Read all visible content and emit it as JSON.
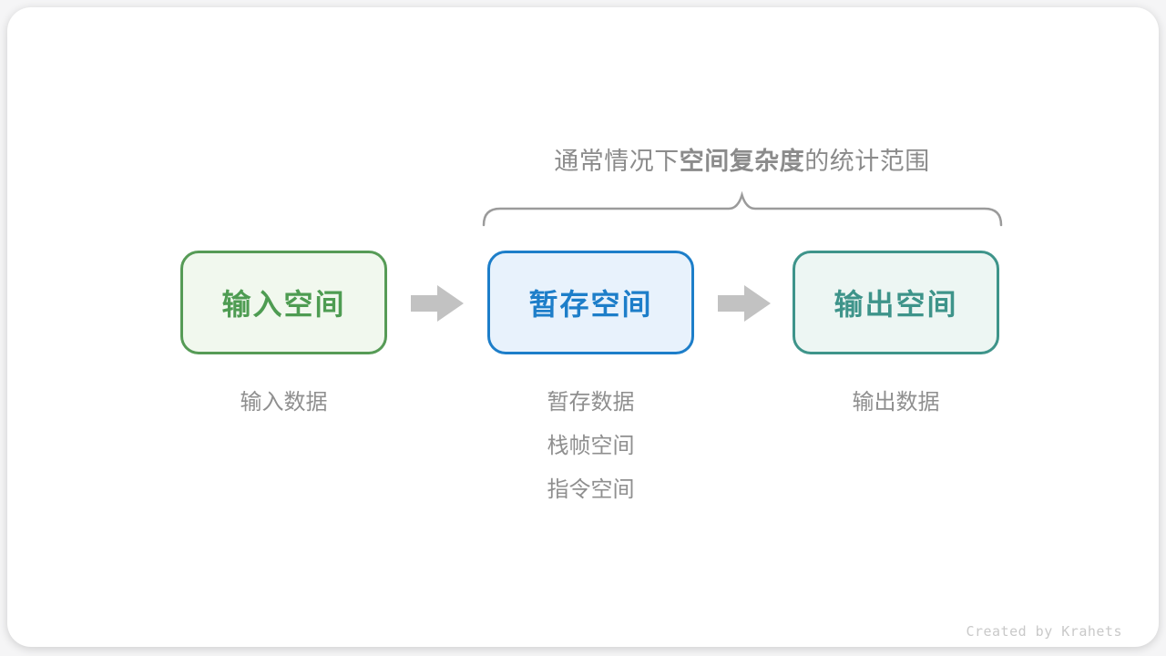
{
  "header": {
    "title_prefix": "通常情况下",
    "title_bold": "空间复杂度",
    "title_suffix": "的统计范围"
  },
  "nodes": [
    {
      "label": "输入空间",
      "theme": "green",
      "sublabels": [
        "输入数据"
      ]
    },
    {
      "label": "暂存空间",
      "theme": "blue",
      "sublabels": [
        "暂存数据",
        "栈帧空间",
        "指令空间"
      ]
    },
    {
      "label": "输出空间",
      "theme": "teal",
      "sublabels": [
        "输出数据"
      ]
    }
  ],
  "footer": {
    "credit": "Created by Krahets"
  },
  "colors": {
    "green-border": "#569b56",
    "green-text": "#4e9c52",
    "green-fill": "#f1f8ee",
    "blue-border": "#1d7ec9",
    "blue-text": "#1d7ec9",
    "blue-fill": "#e8f2fc",
    "teal-border": "#3e948a",
    "teal-text": "#3e948a",
    "teal-fill": "#edf6f3",
    "arrow-gray": "#c2c2c2",
    "brace-gray": "#9b9b9b",
    "label-gray": "#8f8f8f",
    "title-gray": "#8b8b8b",
    "credit-gray": "#c9c9c9"
  }
}
